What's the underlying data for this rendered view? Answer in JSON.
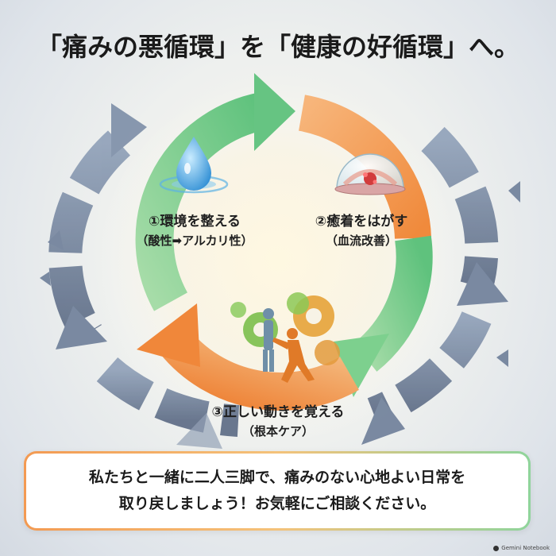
{
  "title": "「痛みの悪循環」を「健康の好循環」へ。",
  "cycle": {
    "steps": [
      {
        "label": "①環境を整える",
        "sub": "（酸性➡アルカリ性）",
        "icon": "water-drop-icon"
      },
      {
        "label": "②癒着をはがす",
        "sub": "（血流改善）",
        "icon": "tissue-dome-icon"
      },
      {
        "label": "③正しい動きを覚える",
        "sub": "（根本ケア）",
        "icon": "gears-people-icon"
      }
    ]
  },
  "message": {
    "line1": "私たちと一緒に二人三脚で、痛みのない心地よい日常を",
    "line2": "取り戻しましょう！お気軽にご相談ください。"
  },
  "credit": "Gemini Notebook",
  "colors": {
    "green": "#7fcf8e",
    "orange": "#f4a564",
    "gray_blue": "#6e7f99",
    "water": "#4aa3dc"
  }
}
